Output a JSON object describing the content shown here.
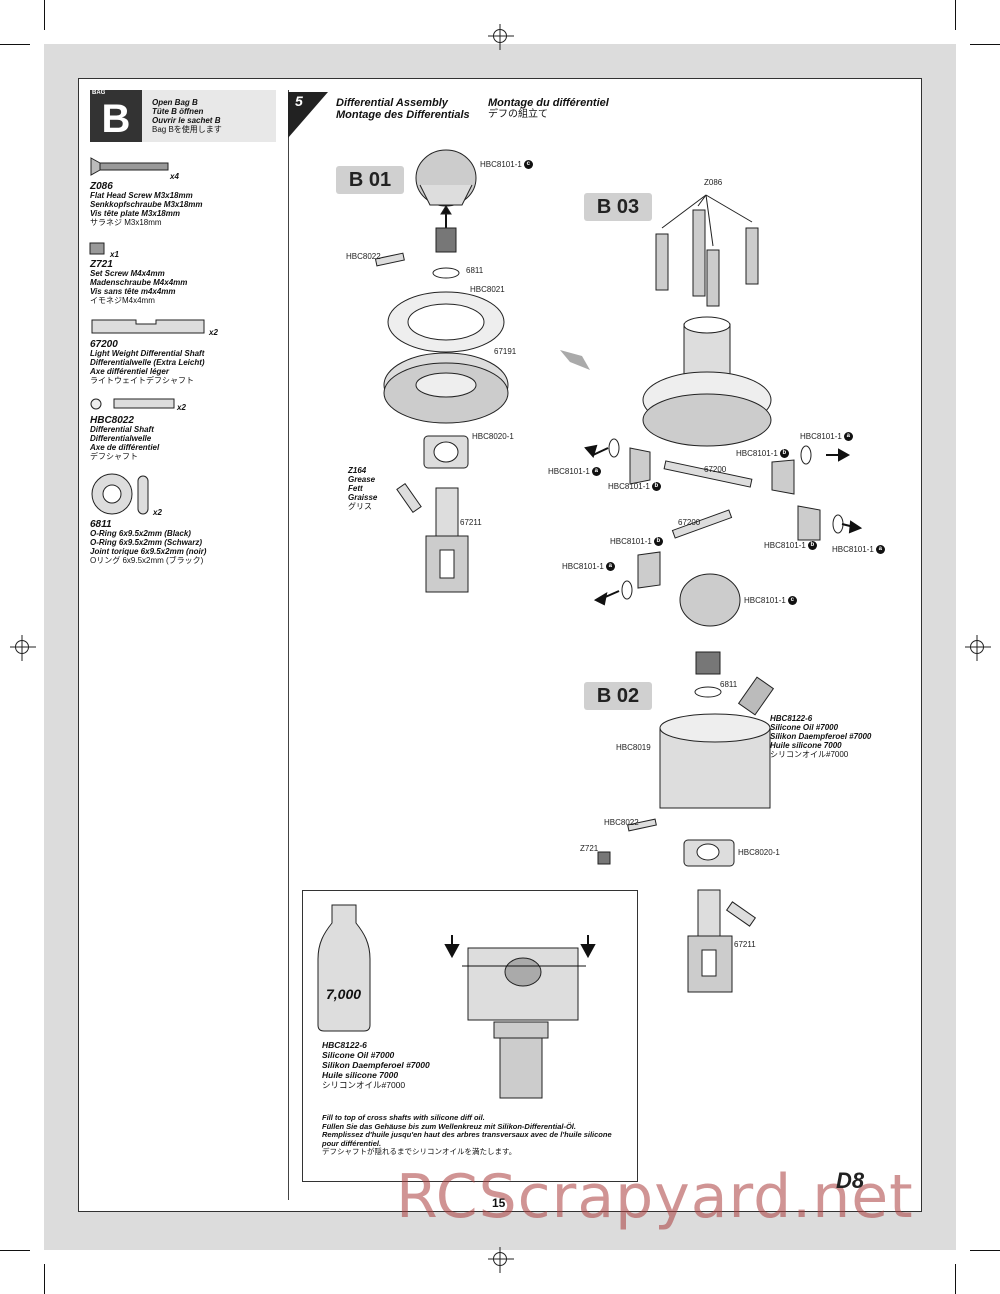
{
  "bag": {
    "tag": "BAG",
    "letter": "B",
    "lines": [
      "Open Bag B",
      "Tüte B öffnen",
      "Ouvrir le sachet B"
    ],
    "line_jp": "Bag Bを使用します"
  },
  "parts": [
    {
      "code": "Z086",
      "qty": "x4",
      "names": [
        "Flat Head Screw M3x18mm",
        "Senkkopfschraube M3x18mm",
        "Vis tête plate M3x18mm"
      ],
      "jp": "サラネジ M3x18mm"
    },
    {
      "code": "Z721",
      "qty": "x1",
      "names": [
        "Set Screw M4x4mm",
        "Madenschraube M4x4mm",
        "Vis sans tête m4x4mm"
      ],
      "jp": "イモネジM4x4mm"
    },
    {
      "code": "67200",
      "qty": "x2",
      "names": [
        "Light Weight Differential Shaft",
        "Differentialwelle (Extra Leicht)",
        "Axe différentiel léger"
      ],
      "jp": "ライトウェイトデフシャフト"
    },
    {
      "code": "HBC8022",
      "qty": "x2",
      "names": [
        "Differential Shaft",
        "Differentialwelle",
        "Axe de différentiel"
      ],
      "jp": "デフシャフト"
    },
    {
      "code": "6811",
      "qty": "x2",
      "names": [
        "O-Ring 6x9.5x2mm (Black)",
        "O-Ring 6x9.5x2mm (Schwarz)",
        "Joint torique 6x9.5x2mm (noir)"
      ],
      "jp": "Oリング 6x9.5x2mm (ブラック)"
    }
  ],
  "step": {
    "number": "5",
    "title_en": "Differential Assembly",
    "title_de": "Montage des Differentials",
    "title_fr": "Montage du différentiel",
    "title_jp": "デフの組立て"
  },
  "bubbles": {
    "b01": "B 01",
    "b02": "B 02",
    "b03": "B 03"
  },
  "labels": {
    "hbc8101_c": "HBC8101-1",
    "badge_c": "c",
    "badge_b": "b",
    "badge_a": "a",
    "hbc8022": "HBC8022",
    "o6811": "6811",
    "hbc8021": "HBC8021",
    "g67191": "67191",
    "hbc8020": "HBC8020-1",
    "s67211": "67211",
    "z086": "Z086",
    "hbc8101": "HBC8101-1",
    "s67200": "67200",
    "hbc8019": "HBC8019",
    "z721": "Z721"
  },
  "grease": {
    "code": "Z164",
    "names": [
      "Grease",
      "Fett",
      "Graisse"
    ],
    "jp": "グリス"
  },
  "oil": {
    "code": "HBC8122-6",
    "names": [
      "Silicone Oil #7000",
      "Silikon Daempferoel #7000",
      "Huile silicone 7000"
    ],
    "jp": "シリコンオイル#7000",
    "bottle_label": "7,000"
  },
  "inset_note": {
    "en": "Fill to top of cross shafts with silicone diff oil.",
    "de": "Füllen Sie das Gehäuse bis zum Wellenkreuz mit Silikon-Differential-Öl.",
    "fr": "Remplissez d'huile jusqu'en haut des arbres transversaux avec de l'huile silicone pour différentiel.",
    "jp": "デフシャフトが隠れるまでシリコンオイルを満たします。"
  },
  "page_number": "15",
  "watermark": "RCScrapyard.net",
  "logo": "D8"
}
